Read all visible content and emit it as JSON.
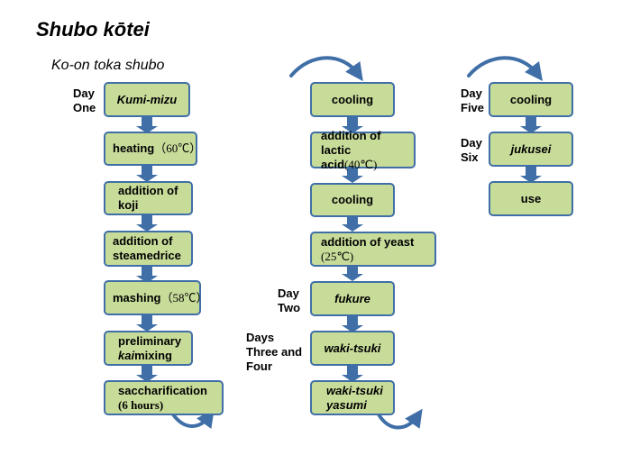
{
  "title": "Shubo kōtei",
  "subtitle": "Ko-on toka shubo",
  "days": {
    "day_one": [
      "Day",
      "One"
    ],
    "day_two": [
      "Day",
      "Two"
    ],
    "days_three_four": [
      "Days",
      "Three and",
      "Four"
    ],
    "day_five": [
      "Day",
      "Five"
    ],
    "day_six": [
      "Day",
      "Six"
    ]
  },
  "column1": {
    "kumi_mizu": "Kumi-mizu",
    "heating": {
      "text": "heating",
      "temp": "（60℃）"
    },
    "addition_koji": [
      "addition of",
      "koji"
    ],
    "addition_steamed": [
      "addition of",
      "steamedrice"
    ],
    "mashing": {
      "text": "mashing",
      "temp": "（58℃）"
    },
    "preliminary": {
      "line1": "preliminary",
      "line2_italic": "kai",
      "line2_rest": "mixing"
    },
    "saccharification": {
      "line1": "saccharification",
      "line2": "(6 hours)"
    }
  },
  "column2": {
    "cooling_1": "cooling",
    "lactic": {
      "line1": "addition of",
      "line2": "lactic acid",
      "temp": "(40℃)"
    },
    "cooling_2": "cooling",
    "yeast": {
      "line1": "addition of yeast",
      "line2": "(25℃)"
    },
    "fukure": "fukure",
    "waki_tsuki": "waki-tsuki",
    "waki_tsuki_yasumi": [
      "waki-tsuki",
      "yasumi"
    ]
  },
  "column3": {
    "cooling": "cooling",
    "jukusei": "jukusei",
    "use": "use"
  },
  "colors": {
    "box_fill": "#c8dc9a",
    "box_border": "#3f6fa6",
    "arrow": "#3f6fa6"
  }
}
